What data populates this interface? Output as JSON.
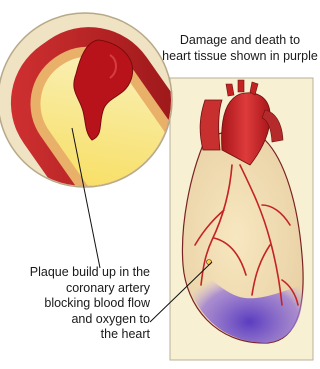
{
  "captions": {
    "damage": [
      "Damage and death to",
      "heart tissue shown in purple"
    ],
    "plaque": [
      "Plaque build up in the",
      "coronary artery",
      "blocking blood flow",
      "and oxygen to",
      "the heart"
    ]
  },
  "colors": {
    "artery_red": "#c42323",
    "plaque_yellow": "#f5d44a",
    "heart_panel": "#f7efc9",
    "damage_purple": "#7d5ac4"
  }
}
